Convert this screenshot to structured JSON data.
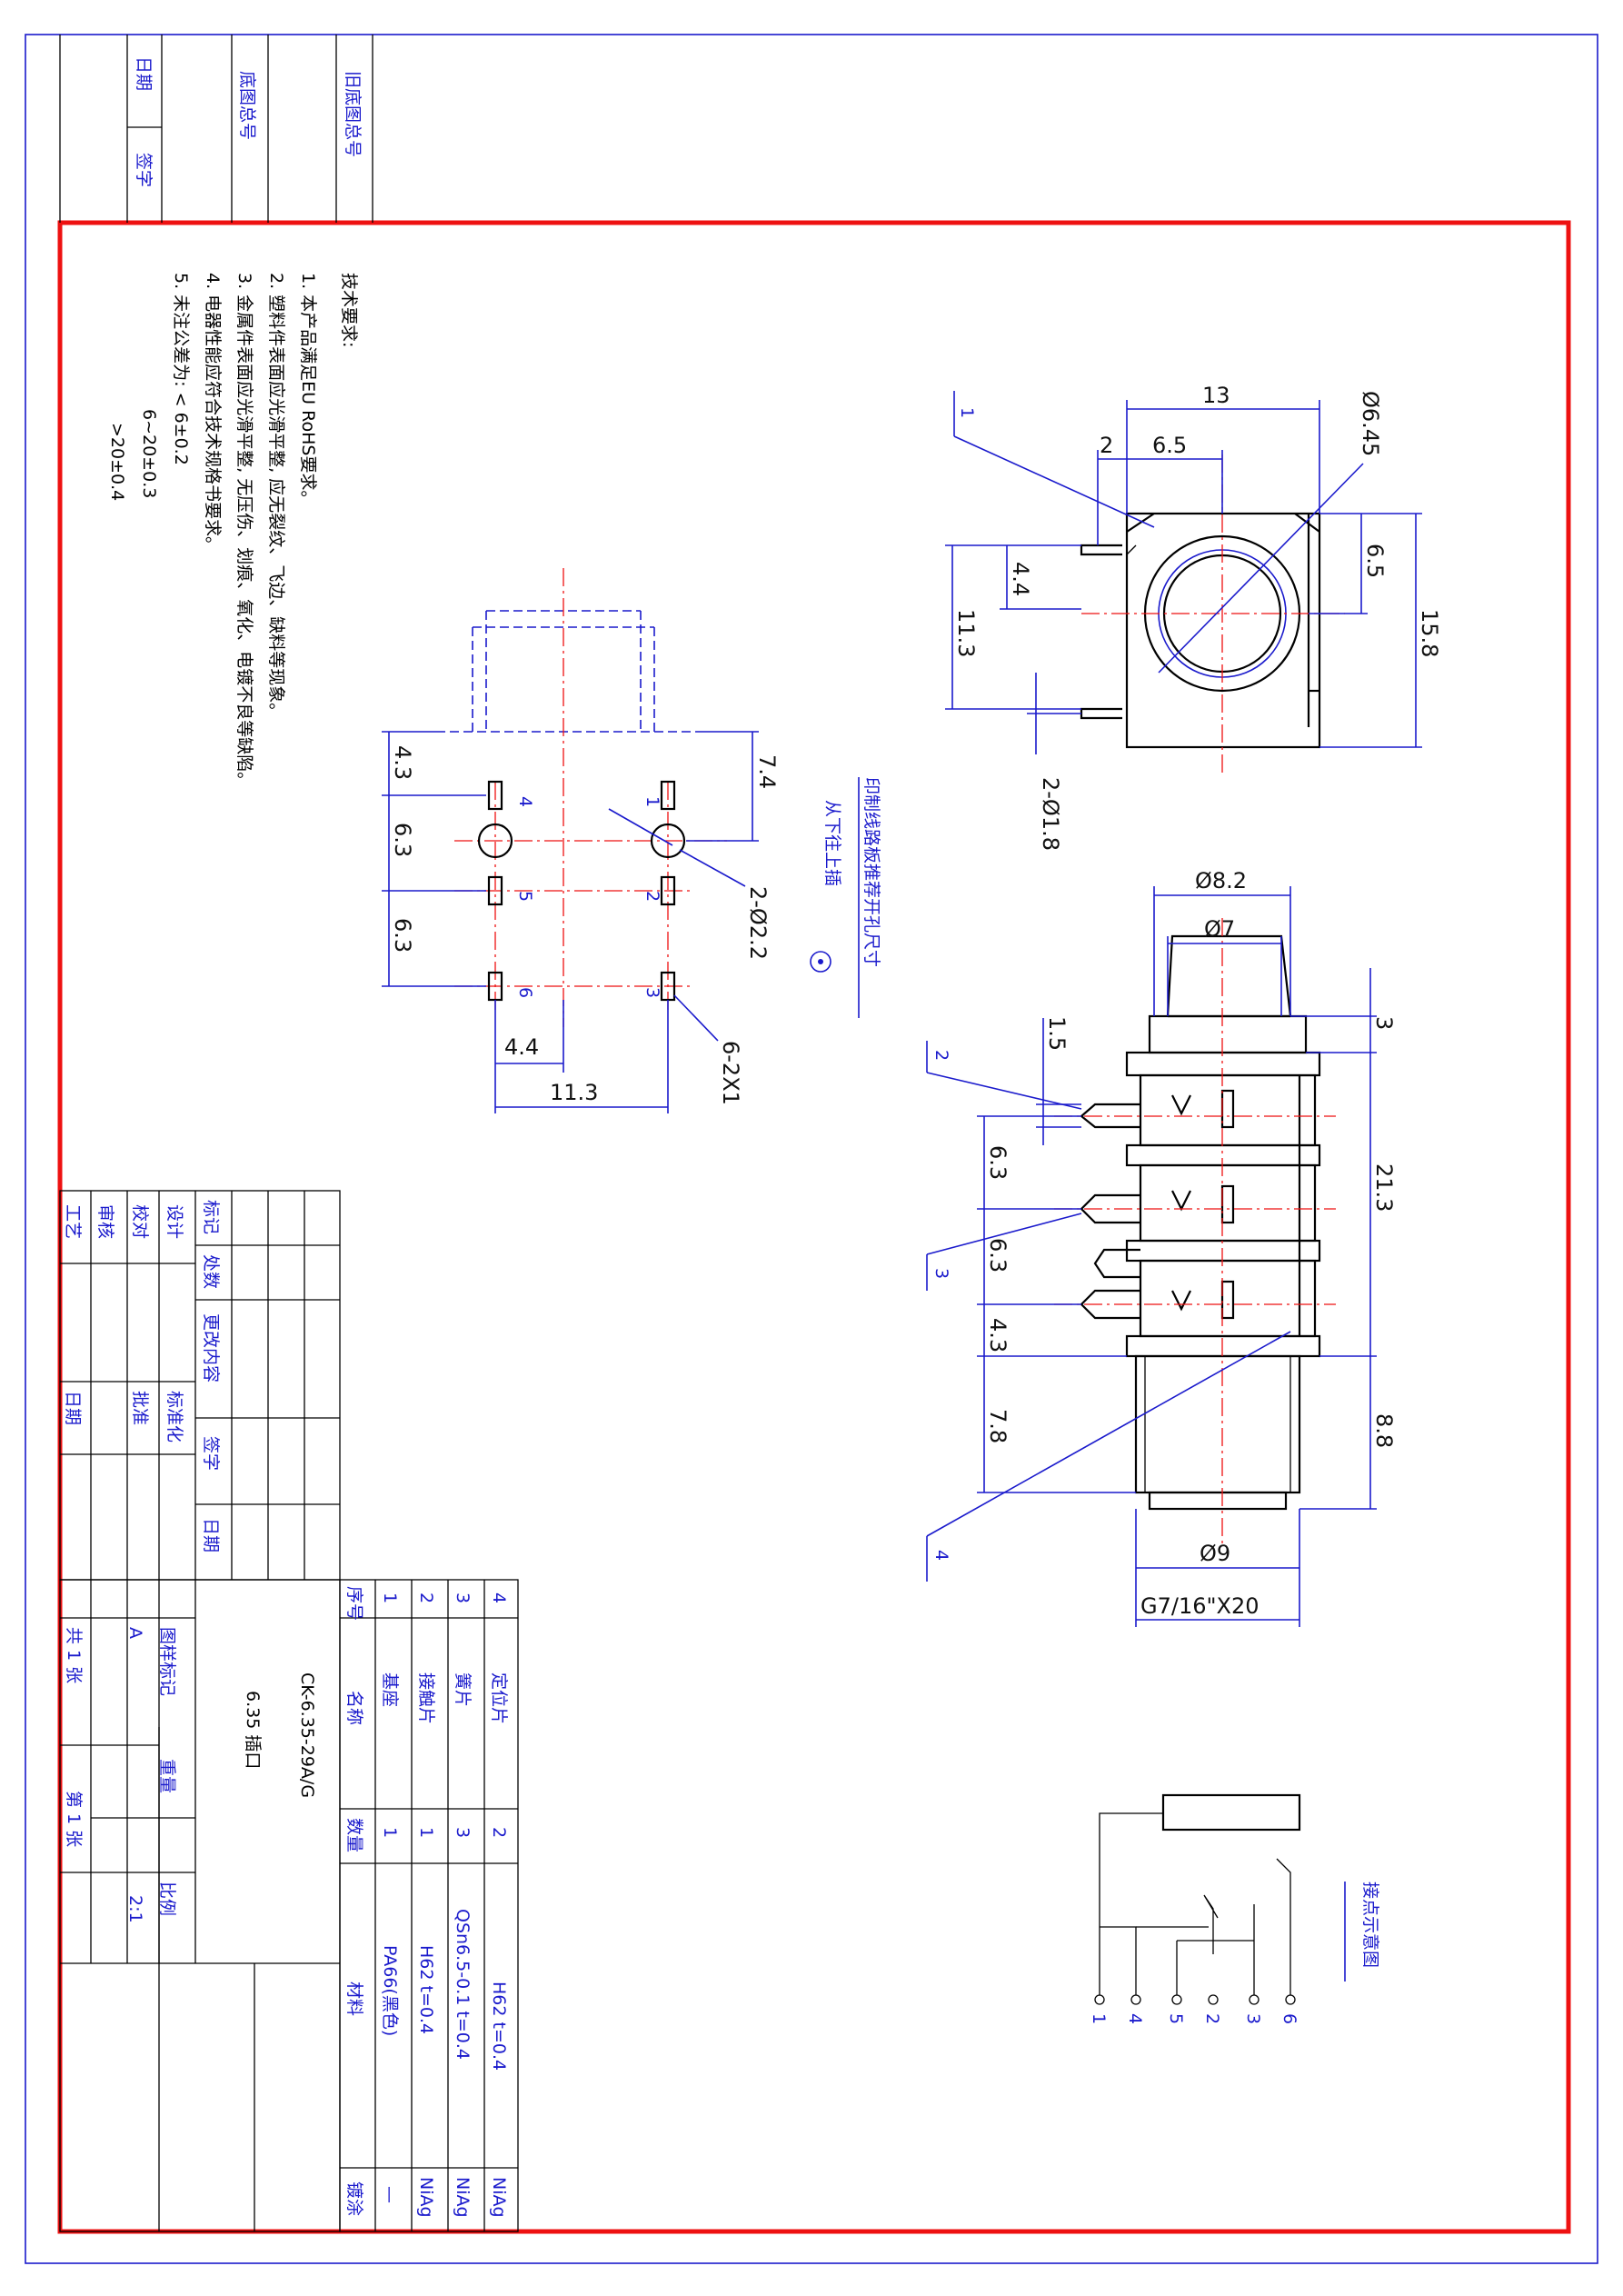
{
  "title_block": {
    "model": "CK-6.35-29A/G",
    "name": "6.35 插口",
    "stage_label": "图样标记",
    "weight_label": "重量",
    "scale_label": "比例",
    "stage": "A",
    "scale": "2:1",
    "sheets_total": "共 1 张",
    "sheet_no": "第 1 张"
  },
  "revision_block": {
    "headers": [
      "标记",
      "处数",
      "更改内容",
      "签字",
      "日期"
    ],
    "roles": [
      "设计",
      "校对",
      "审核",
      "工艺"
    ],
    "standardize": "标准化",
    "approve": "批准",
    "date": "日期"
  },
  "margin_block": {
    "old_base": "旧底图总号",
    "base": "底图总号",
    "date": "日期",
    "sign": "签字"
  },
  "bom": {
    "headers": {
      "no": "序号",
      "name": "名称",
      "qty": "数量",
      "material": "材料",
      "plating": "镀涂"
    },
    "rows": [
      {
        "no": "4",
        "name": "定位片",
        "qty": "2",
        "material": "H62 t=0.4",
        "plating": "NiAg"
      },
      {
        "no": "3",
        "name": "簧片",
        "qty": "3",
        "material": "QSn6.5-0.1 t=0.4",
        "plating": "NiAg"
      },
      {
        "no": "2",
        "name": "接触片",
        "qty": "1",
        "material": "H62 t=0.4",
        "plating": "NiAg"
      },
      {
        "no": "1",
        "name": "基座",
        "qty": "1",
        "material": "PA66(黑色)",
        "plating": "—"
      }
    ]
  },
  "tech_req": {
    "title": "技术要求:",
    "items": [
      "1. 本产品满足EU RoHS要求。",
      "2. 塑料件表面应光滑平整, 应无裂纹、飞边、缺料等现象。",
      "3. 金属件表面应光滑平整, 无压伤、划痕、氧化、电镀不良等缺陷。",
      "4. 电器性能应符合技术规格书要求。",
      "5. 未注公差为: < 6±0.2"
    ],
    "tol2": "6~20±0.3",
    "tol3": ">20±0.4"
  },
  "pcb": {
    "title": "印制线路板推荐开孔尺寸",
    "note": "从下往上插",
    "dims": {
      "d1": "4.3",
      "d2": "6.3",
      "d3": "6.3",
      "d4": "7.4",
      "d5": "4.4",
      "d6": "11.3",
      "holes": "2-Ø2.2",
      "slots": "6-2X1"
    },
    "pins": [
      "1",
      "2",
      "3",
      "4",
      "5",
      "6"
    ]
  },
  "front_view": {
    "dims": {
      "w": "13",
      "off2": "2",
      "half": "6.5",
      "dia": "Ø6.45",
      "h1": "4.4",
      "h2": "11.3",
      "r": "6.5",
      "h": "15.8",
      "pinhole": "2-Ø1.8"
    },
    "callout": "1"
  },
  "side_view": {
    "dims": {
      "d82": "Ø8.2",
      "d7": "Ø7",
      "t15": "1.5",
      "t3": "3",
      "p1": "6.3",
      "p2": "6.3",
      "p3": "4.3",
      "len": "21.3",
      "b": "7.8",
      "t": "8.8",
      "d9": "Ø9",
      "thread": "G7/16\"X20"
    },
    "callouts": [
      "2",
      "3",
      "4"
    ]
  },
  "schematic": {
    "title": "接点示意图",
    "pins": [
      "1",
      "4",
      "5",
      "2",
      "3",
      "6"
    ]
  },
  "colors": {
    "frame": "#ee1111",
    "line": "#1a1acc",
    "ink": "#000000"
  }
}
